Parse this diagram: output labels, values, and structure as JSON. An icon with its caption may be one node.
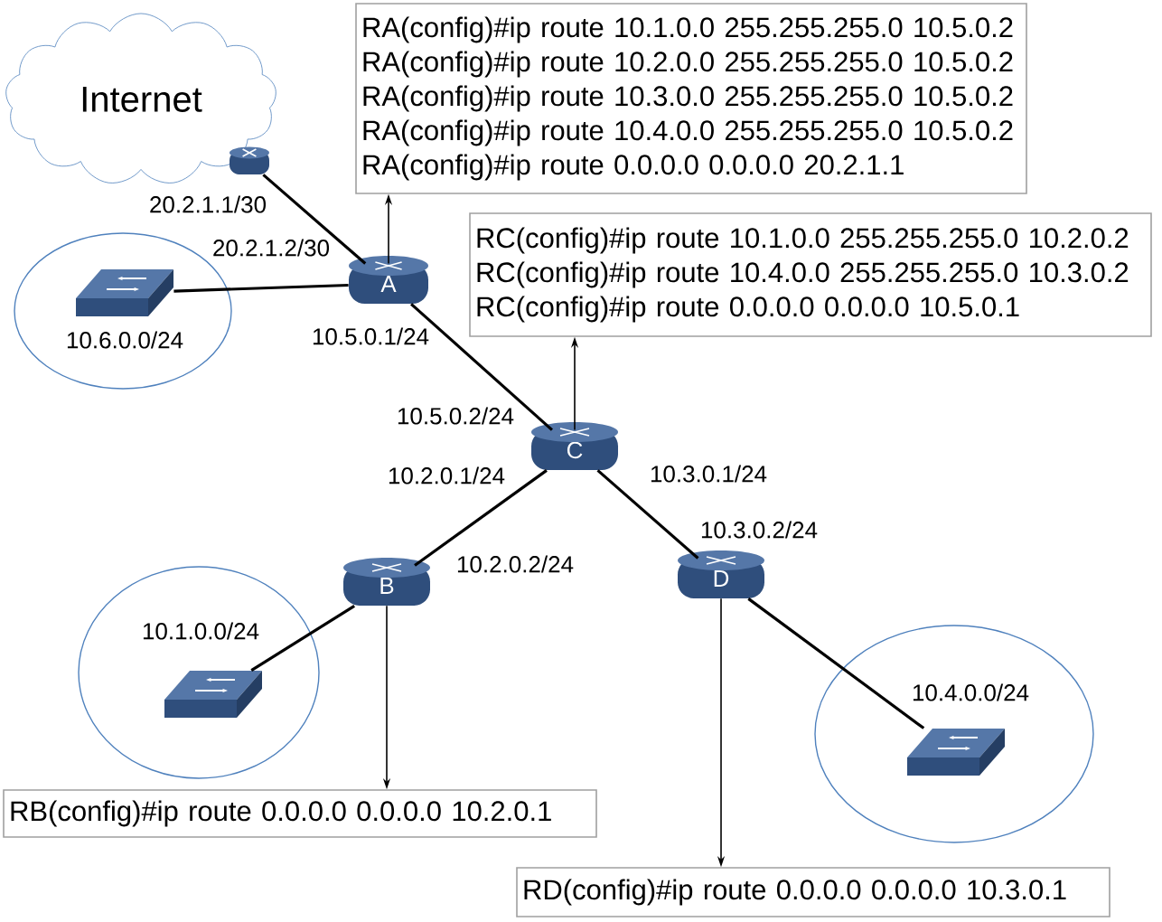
{
  "diagram": {
    "nodes": [
      {
        "text": [
          "Internet"
        ]
      },
      {
        "text": [],
        "shape": "router",
        "beside": [
          "20.2.1.1/30"
        ]
      },
      {
        "text": [
          "RA(config)#ip route 10.1.0.0 255.255.255.0 10.5.0.2",
          "RA(config)#ip route 10.2.0.0 255.255.255.0 10.5.0.2",
          "RA(config)#ip route 10.3.0.0 255.255.255.0 10.5.0.2",
          "RA(config)#ip route 10.4.0.0 255.255.255.0 10.5.0.2",
          "RA(config)#ip route 0.0.0.0 0.0.0.0 20.2.1.1"
        ]
      },
      {
        "text": [
          "10.6.0.0/24"
        ]
      },
      {
        "text": [],
        "shape": "switch",
        "in": 3
      },
      {
        "text": [
          "A"
        ],
        "beside": [
          "20.2.1.2/30",
          "10.5.0.1/24"
        ]
      },
      {
        "text": [
          "RC(config)#ip route 10.1.0.0 255.255.255.0 10.2.0.2",
          "RC(config)#ip route 10.4.0.0 255.255.255.0 10.3.0.2",
          "RC(config)#ip route 0.0.0.0 0.0.0.0 10.5.0.1"
        ]
      },
      {
        "text": [
          "C"
        ],
        "beside": [
          "10.5.0.2/24",
          "10.2.0.1/24",
          "10.3.0.1/24"
        ]
      },
      {
        "text": [
          "B"
        ],
        "beside": [
          "10.2.0.2/24"
        ]
      },
      {
        "text": [
          "D"
        ],
        "beside": [
          "10.3.0.2/24"
        ]
      },
      {
        "text": [
          "10.1.0.0/24"
        ]
      },
      {
        "text": [],
        "shape": "switch",
        "in": 10
      },
      {
        "text": [
          "10.4.0.0/24"
        ]
      },
      {
        "text": [],
        "shape": "switch",
        "in": 12
      },
      {
        "text": [
          "RB(config)#ip route 0.0.0.0 0.0.0.0 10.2.0.1"
        ]
      },
      {
        "text": [
          "RD(config)#ip route 0.0.0.0 0.0.0.0 10.3.0.1"
        ]
      }
    ],
    "edges": [
      {
        "from": 1,
        "to": 5,
        "arrow": "none"
      },
      {
        "from": 4,
        "to": 5,
        "arrow": "none"
      },
      {
        "from": 5,
        "to": 2,
        "arrow": "to"
      },
      {
        "from": 5,
        "to": 7,
        "arrow": "none"
      },
      {
        "from": 7,
        "to": 6,
        "arrow": "to"
      },
      {
        "from": 7,
        "to": 8,
        "arrow": "none"
      },
      {
        "from": 7,
        "to": 9,
        "arrow": "none"
      },
      {
        "from": 8,
        "to": 11,
        "arrow": "none"
      },
      {
        "from": 9,
        "to": 13,
        "arrow": "none"
      },
      {
        "from": 8,
        "to": 14,
        "arrow": "to"
      },
      {
        "from": 9,
        "to": 15,
        "arrow": "to"
      }
    ]
  }
}
